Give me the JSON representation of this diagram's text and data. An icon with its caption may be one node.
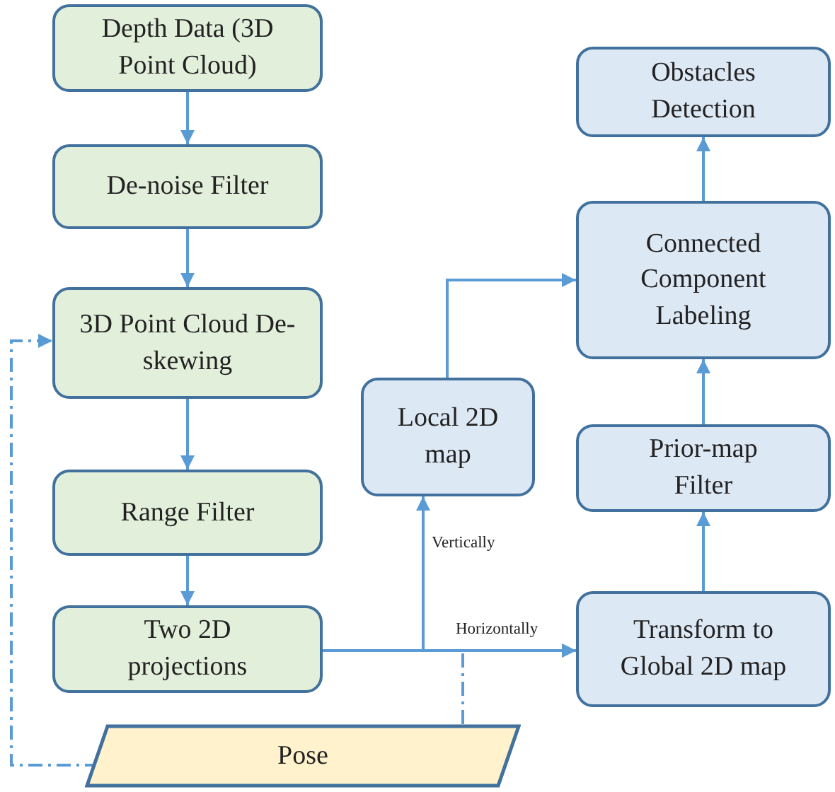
{
  "diagram": {
    "nodes": [
      {
        "text": [
          "Depth Data (3D Point Cloud)"
        ]
      },
      {
        "text": [
          "De-noise Filter"
        ]
      },
      {
        "text": [
          "3D Point Cloud De-skewing"
        ]
      },
      {
        "text": [
          "Range Filter"
        ]
      },
      {
        "text": [
          "Two 2D projections"
        ]
      },
      {
        "text": [
          "Local 2D map"
        ]
      },
      {
        "text": [
          "Obstacles Detection"
        ]
      },
      {
        "text": [
          "Connected Component Labeling"
        ]
      },
      {
        "text": [
          "Prior-map Filter"
        ]
      },
      {
        "text": [
          "Transform to Global 2D map"
        ]
      },
      {
        "text": [
          "Pose"
        ]
      }
    ],
    "edges": [
      {
        "from": 0,
        "to": 1,
        "arrow": "to"
      },
      {
        "from": 1,
        "to": 2,
        "arrow": "to"
      },
      {
        "from": 2,
        "to": 3,
        "arrow": "to"
      },
      {
        "from": 3,
        "to": 4,
        "arrow": "to"
      },
      {
        "from": 4,
        "to": 5,
        "arrow": "to",
        "label": "Vertically"
      },
      {
        "from": 4,
        "to": 9,
        "arrow": "to",
        "label": "Horizontally"
      },
      {
        "from": 5,
        "to": 7,
        "arrow": "to"
      },
      {
        "from": 9,
        "to": 8,
        "arrow": "to"
      },
      {
        "from": 8,
        "to": 7,
        "arrow": "to"
      },
      {
        "from": 7,
        "to": 6,
        "arrow": "to"
      },
      {
        "from": 10,
        "to": 2,
        "arrow": "to",
        "style": "dashed"
      },
      {
        "from": 10,
        "to": 9,
        "arrow": "to",
        "style": "dashed"
      }
    ]
  }
}
